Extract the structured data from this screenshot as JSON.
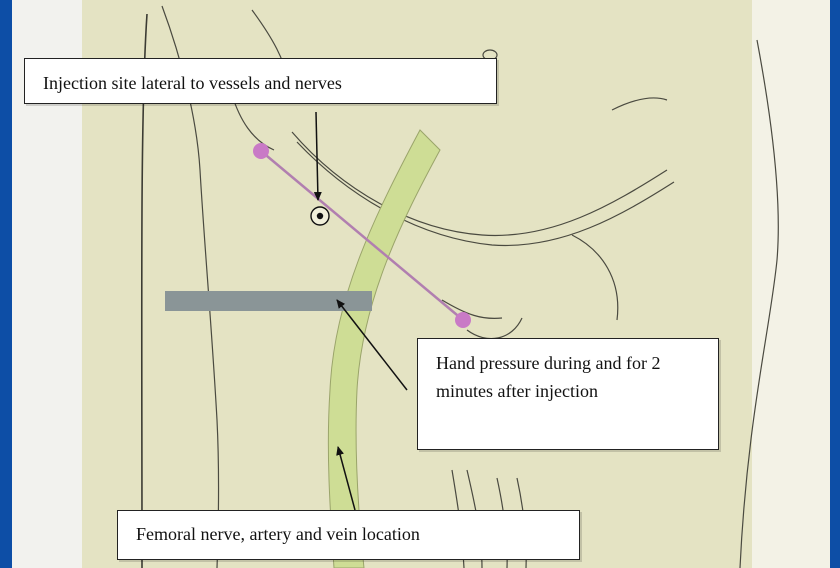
{
  "labels": {
    "injection_site": "Injection site lateral to vessels and nerves",
    "hand_pressure": "Hand pressure during and for 2 minutes after injection",
    "femoral": "Femoral nerve, artery and vein location"
  },
  "colors": {
    "background_frame": "#0d4ea6",
    "skin": "#e4e3c3",
    "femoral_band": "#cedd95",
    "pressure_bar": "#8a9597",
    "landmark_line": "#b17fb0",
    "landmark_dot": "#c97ac6"
  }
}
